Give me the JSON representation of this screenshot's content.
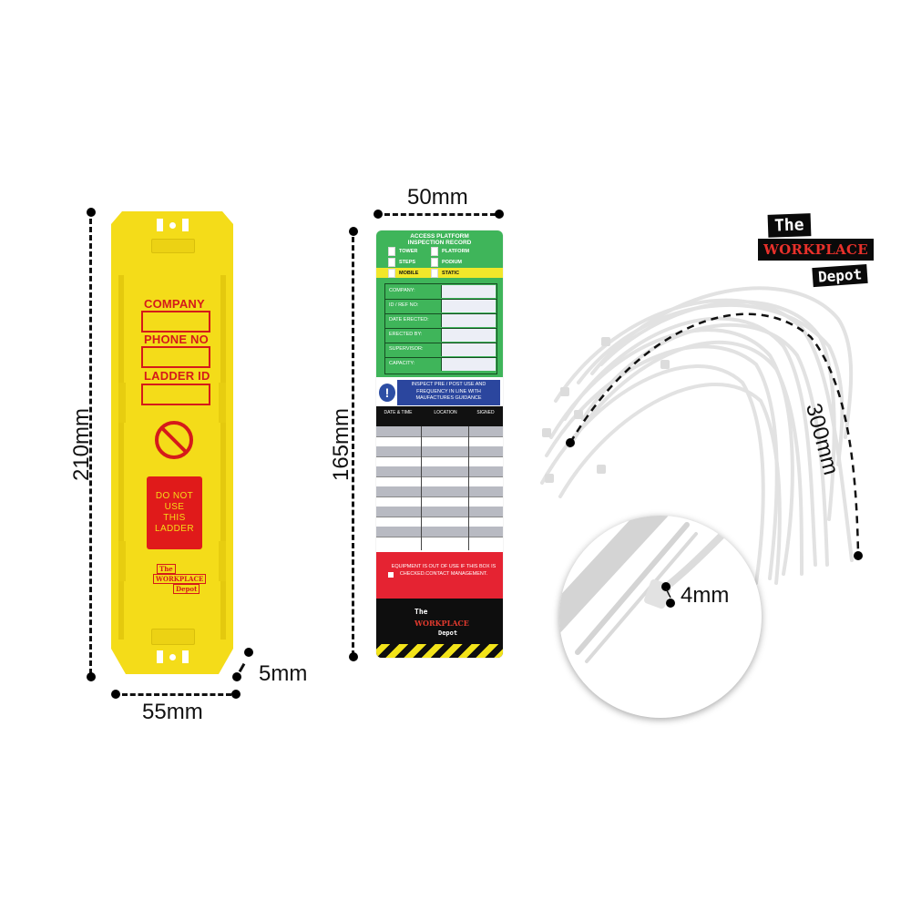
{
  "ladder_tag": {
    "color": "#f4dc19",
    "accent": "#d51a1a",
    "fields": [
      {
        "label": "COMPANY"
      },
      {
        "label": "PHONE NO"
      },
      {
        "label": "LADDER ID"
      }
    ],
    "prohibition_icon": "no-entry-circle-icon",
    "warning_lines": [
      "DO NOT",
      "USE",
      "THIS",
      "LADDER"
    ],
    "logo": {
      "the": "The",
      "workplace": "WORKPLACE",
      "depot": "Depot"
    },
    "dimensions": {
      "height": "210mm",
      "width": "55mm",
      "depth": "5mm"
    }
  },
  "insert_card": {
    "title_line1": "ACCESS PLATFORM",
    "title_line2": "INSPECTION RECORD",
    "types": [
      {
        "label": "TOWER"
      },
      {
        "label": "PLATFORM"
      },
      {
        "label": "STEPS"
      },
      {
        "label": "PODIUM"
      },
      {
        "label": "MOBILE"
      },
      {
        "label": "STATIC"
      }
    ],
    "details": [
      {
        "label": "COMPANY:"
      },
      {
        "label": "ID / REF NO:"
      },
      {
        "label": "DATE ERECTED:"
      },
      {
        "label": "ERECTED BY:"
      },
      {
        "label": "SUPERVISOR:"
      },
      {
        "label": "CAPACITY:"
      }
    ],
    "info_icon": "exclamation-icon",
    "info_text": "INSPECT PRE / POST USE AND FREQUENCY IN LINE WITH MAUFACTURES GUIDANCE",
    "log_headers": {
      "date": "DATE & TIME",
      "location": "LOCATION",
      "signed": "SIGNED"
    },
    "log_rows": 12,
    "out_of_use_text": "EQUIPMENT IS OUT OF USE IF THIS BOX IS CHECKED.CONTACT MANAGEMENT.",
    "logo": {
      "the": "The",
      "workplace": "WORKPLACE",
      "depot": "Depot"
    },
    "dimensions": {
      "height": "165mm",
      "width": "50mm"
    },
    "colors": {
      "green": "#3fb55a",
      "yellow": "#f2e72a",
      "blue": "#2b469e",
      "red": "#e52332",
      "black": "#0e0e0e"
    }
  },
  "brand_logo": {
    "the": "The",
    "workplace": "WORKPLACE",
    "depot": "Depot",
    "accent": "#e8302a"
  },
  "cable_ties": {
    "length_label": "300mm",
    "width_label": "4mm"
  }
}
